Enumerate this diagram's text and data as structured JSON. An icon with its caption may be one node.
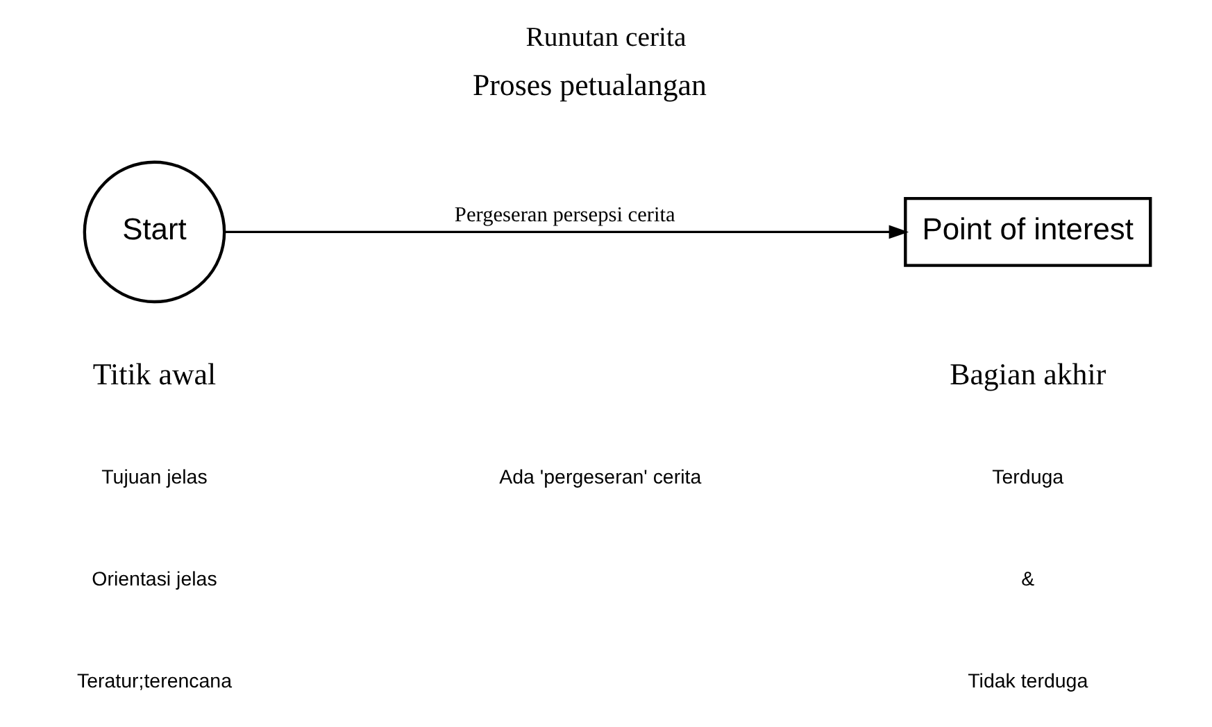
{
  "diagram": {
    "title": "Runutan cerita",
    "nodes": [
      {
        "text": [
          "Start"
        ],
        "beside": [
          "Titik awal"
        ]
      },
      {
        "text": [
          "Point of interest"
        ],
        "beside": [
          "Bagian akhir"
        ]
      }
    ],
    "edges": [
      {
        "from": 0,
        "to": 1,
        "arrow": "to",
        "label": "Pergeseran persepsi cerita"
      }
    ],
    "labels": [
      "Proses petualangan",
      "Tujuan jelas",
      "Ada 'pergeseran' cerita",
      "Terduga",
      "Orientasi jelas",
      "&",
      "Teratur;terencana",
      "Tidak terduga"
    ]
  }
}
